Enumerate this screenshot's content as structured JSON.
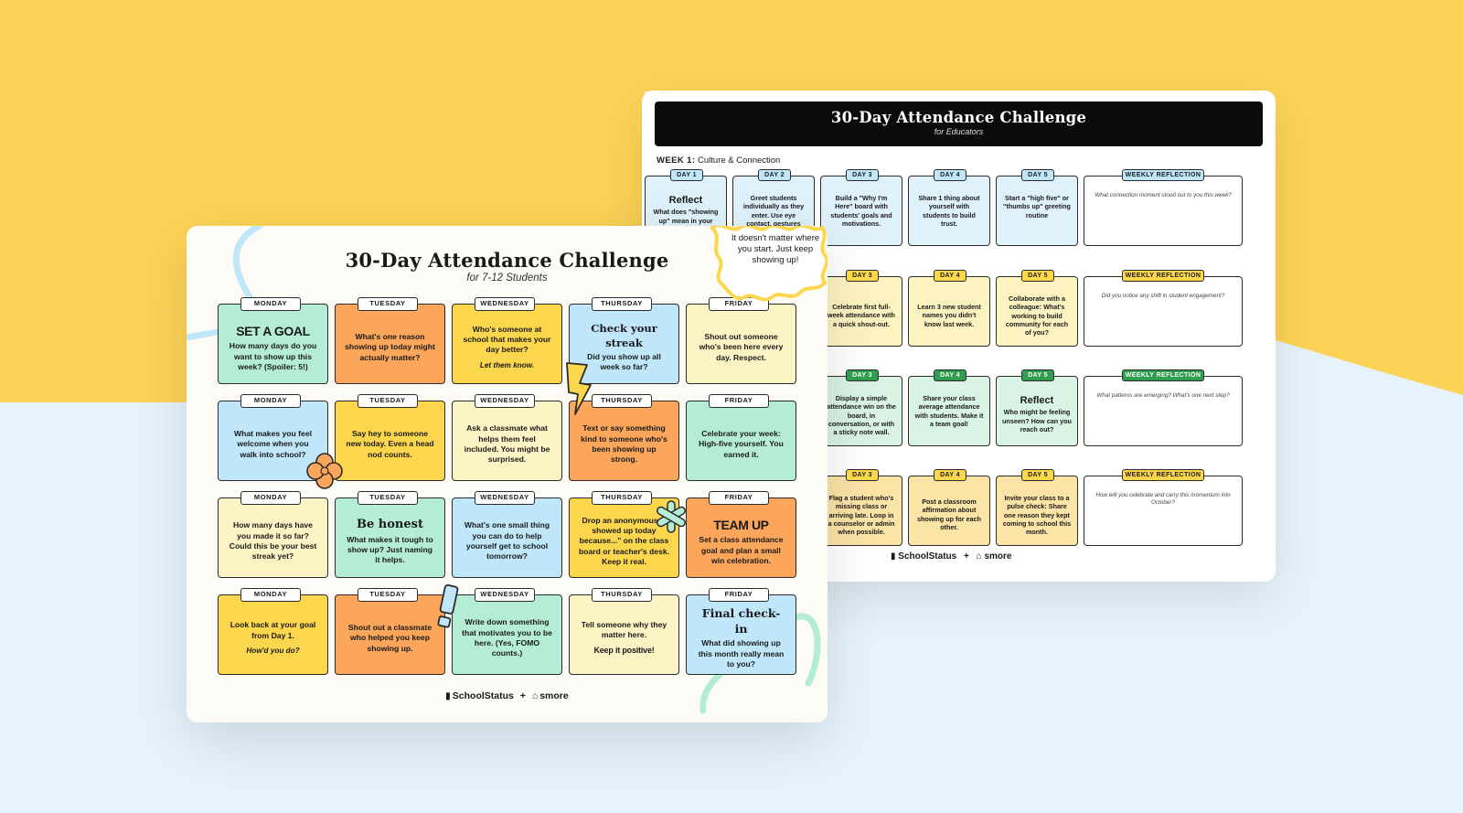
{
  "colors": {
    "yellow_bg": "#fcd356",
    "sky_bg": "#e6f3fb",
    "mint": "#b4ecd6",
    "orange": "#fba65a",
    "yellow": "#fcd74e",
    "sky": "#bfe6f9",
    "cream": "#fdf4c6",
    "green_tag": "#2f9e4f"
  },
  "educator": {
    "title": "30-Day Attendance Challenge",
    "subtitle": "for Educators",
    "week_prefix": "WEEK 1:",
    "week_name": "Culture & Connection",
    "rows": [
      {
        "cells": [
          {
            "tag": "DAY 1",
            "title": "Reflect",
            "text": "What does \"showing up\" mean in your"
          },
          {
            "tag": "DAY 2",
            "title": "",
            "text": "Greet students individually as they enter. Use eye contact, gestures"
          },
          {
            "tag": "DAY 3",
            "title": "",
            "text": "Build a \"Why I'm Here\" board with students' goals and motivations."
          },
          {
            "tag": "DAY 4",
            "title": "",
            "text": "Share 1 thing about yourself with students to build trust."
          },
          {
            "tag": "DAY 5",
            "title": "",
            "text": "Start a \"high five\" or \"thumbs up\" greeting routine"
          }
        ],
        "reflection_label": "WEEKLY REFLECTION",
        "reflection_text": "What connection moment stood out to you this week?"
      },
      {
        "cells": [
          {
            "tag": "DAY 3",
            "title": "",
            "text": "Celebrate first full-week attendance with a quick shout-out."
          },
          {
            "tag": "DAY 4",
            "title": "",
            "text": "Learn 3 new student names you didn't know last week."
          },
          {
            "tag": "DAY 5",
            "title": "",
            "text": "Collaborate with a colleague: What's working to build community for each of you?"
          }
        ],
        "reflection_label": "WEEKLY REFLECTION",
        "reflection_text": "Did you notice any shift in student engagement?"
      },
      {
        "cells": [
          {
            "tag": "DAY 3",
            "title": "",
            "text": "Display a simple attendance win on the board, in conversation, or with a sticky note wall."
          },
          {
            "tag": "DAY 4",
            "title": "",
            "text": "Share your class average attendance with students. Make it a team goal!"
          },
          {
            "tag": "DAY 5",
            "title": "Reflect",
            "text": "Who might be feeling unseen? How can you reach out?"
          }
        ],
        "reflection_label": "WEEKLY REFLECTION",
        "reflection_text": "What patterns are emerging? What's one next step?"
      },
      {
        "cells": [
          {
            "tag": "DAY 3",
            "title": "",
            "text": "Flag a student who's missing class or arriving late. Loop in a counselor or admin when possible."
          },
          {
            "tag": "DAY 4",
            "title": "",
            "text": "Post a classroom affirmation about showing up for each other."
          },
          {
            "tag": "DAY 5",
            "title": "",
            "text": "Invite your class to a pulse check: Share one reason they kept coming to school this month."
          }
        ],
        "reflection_label": "WEEKLY REFLECTION",
        "reflection_text": "How will you celebrate and carry this momentum into October?"
      }
    ],
    "logo_left": "SchoolStatus",
    "logo_plus": "+",
    "logo_right": "smore"
  },
  "student": {
    "title": "30-Day Attendance Challenge",
    "subtitle": "for 7-12 Students",
    "badge": "It doesn't matter where you start. Just keep showing up!",
    "rows": [
      [
        {
          "day": "MONDAY",
          "title": "SET A GOAL",
          "text": "How many days do you want to show up this week? (Spoiler: 5!)",
          "note": ""
        },
        {
          "day": "TUESDAY",
          "title": "",
          "text": "What's one reason showing up today might actually matter?",
          "note": ""
        },
        {
          "day": "WEDNESDAY",
          "title": "",
          "text": "Who's someone at school that makes your day better?",
          "note": "Let them know."
        },
        {
          "day": "THURSDAY",
          "title": "Check your streak",
          "text": "Did you show up all week so far?",
          "note": ""
        },
        {
          "day": "FRIDAY",
          "title": "",
          "text": "Shout out someone who's been here every day. Respect.",
          "note": ""
        }
      ],
      [
        {
          "day": "MONDAY",
          "title": "",
          "text": "What makes you feel welcome when you walk into school?",
          "note": ""
        },
        {
          "day": "TUESDAY",
          "title": "",
          "text": "Say hey to someone new today. Even a head nod counts.",
          "note": ""
        },
        {
          "day": "WEDNESDAY",
          "title": "",
          "text": "Ask a classmate what helps them feel included. You might be surprised.",
          "note": ""
        },
        {
          "day": "THURSDAY",
          "title": "",
          "text": "Text or say something kind to someone who's been showing up strong.",
          "note": ""
        },
        {
          "day": "FRIDAY",
          "title": "",
          "text": "Celebrate your week: High-five yourself. You earned it.",
          "note": ""
        }
      ],
      [
        {
          "day": "MONDAY",
          "title": "",
          "text": "How many days have you made it so far? Could this be your best streak yet?",
          "note": ""
        },
        {
          "day": "TUESDAY",
          "title": "Be honest",
          "text": "What makes it tough to show up? Just naming it helps.",
          "note": ""
        },
        {
          "day": "WEDNESDAY",
          "title": "",
          "text": "What's one small thing you can do to help yourself get to school tomorrow?",
          "note": ""
        },
        {
          "day": "THURSDAY",
          "title": "",
          "text": "Drop an anonymous \"I showed up today because...\" on the class board or teacher's desk. Keep it real.",
          "note": ""
        },
        {
          "day": "FRIDAY",
          "title": "TEAM UP",
          "text": "Set a class attendance goal and plan a small win celebration.",
          "note": ""
        }
      ],
      [
        {
          "day": "MONDAY",
          "title": "",
          "text": "Look back at your goal from Day 1.",
          "note": "How'd you do?"
        },
        {
          "day": "TUESDAY",
          "title": "",
          "text": "Shout out a classmate who helped you keep showing up.",
          "note": ""
        },
        {
          "day": "WEDNESDAY",
          "title": "",
          "text": "Write down something that motivates you to be here. (Yes, FOMO counts.)",
          "note": ""
        },
        {
          "day": "THURSDAY",
          "title": "",
          "text": "Tell someone why they matter here.",
          "note": "Keep it positive!"
        },
        {
          "day": "FRIDAY",
          "title": "Final check-in",
          "text": "What did showing up this month really mean to you?",
          "note": ""
        }
      ]
    ],
    "logo_left": "SchoolStatus",
    "logo_plus": "+",
    "logo_right": "smore"
  }
}
